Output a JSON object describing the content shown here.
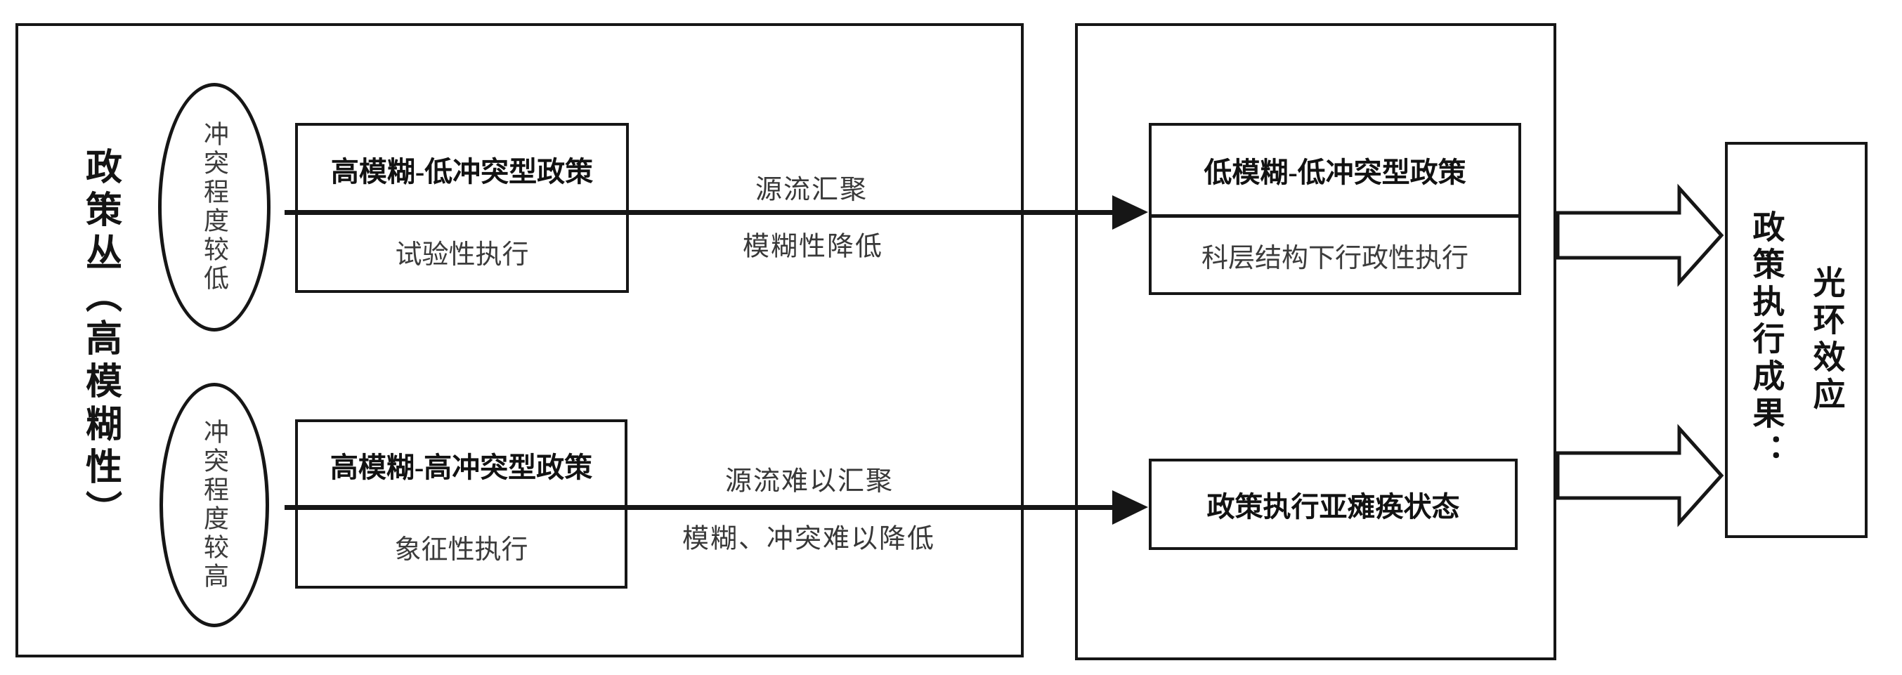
{
  "figure": {
    "kind": "policy-implementation flow diagram",
    "background": "#ffffff"
  },
  "colors": {
    "ink": "#161616",
    "text_strong": "#121212",
    "text_muted": "#3c3c3c"
  },
  "left_panel": {
    "title_vertical": "政策丛（高模糊性）",
    "ellipses": [
      {
        "label": "冲突程度较低"
      },
      {
        "label": "冲突程度较高"
      }
    ],
    "boxes": [
      {
        "title": "高模糊-低冲突型政策",
        "subtitle": "试验性执行"
      },
      {
        "title": "高模糊-高冲突型政策",
        "subtitle": "象征性执行"
      }
    ]
  },
  "arrows": [
    {
      "label_top": "源流汇聚",
      "label_bottom": "模糊性降低"
    },
    {
      "label_top": "源流难以汇聚",
      "label_bottom": "模糊、冲突难以降低"
    }
  ],
  "middle_panel": {
    "boxes": [
      {
        "title": "低模糊-低冲突型政策",
        "subtitle": "科层结构下行政性执行"
      },
      {
        "title": "政策执行亚瘫痪状态"
      }
    ]
  },
  "outcome_box": {
    "column_left": "政策执行成果：",
    "column_right": "光环效应"
  }
}
